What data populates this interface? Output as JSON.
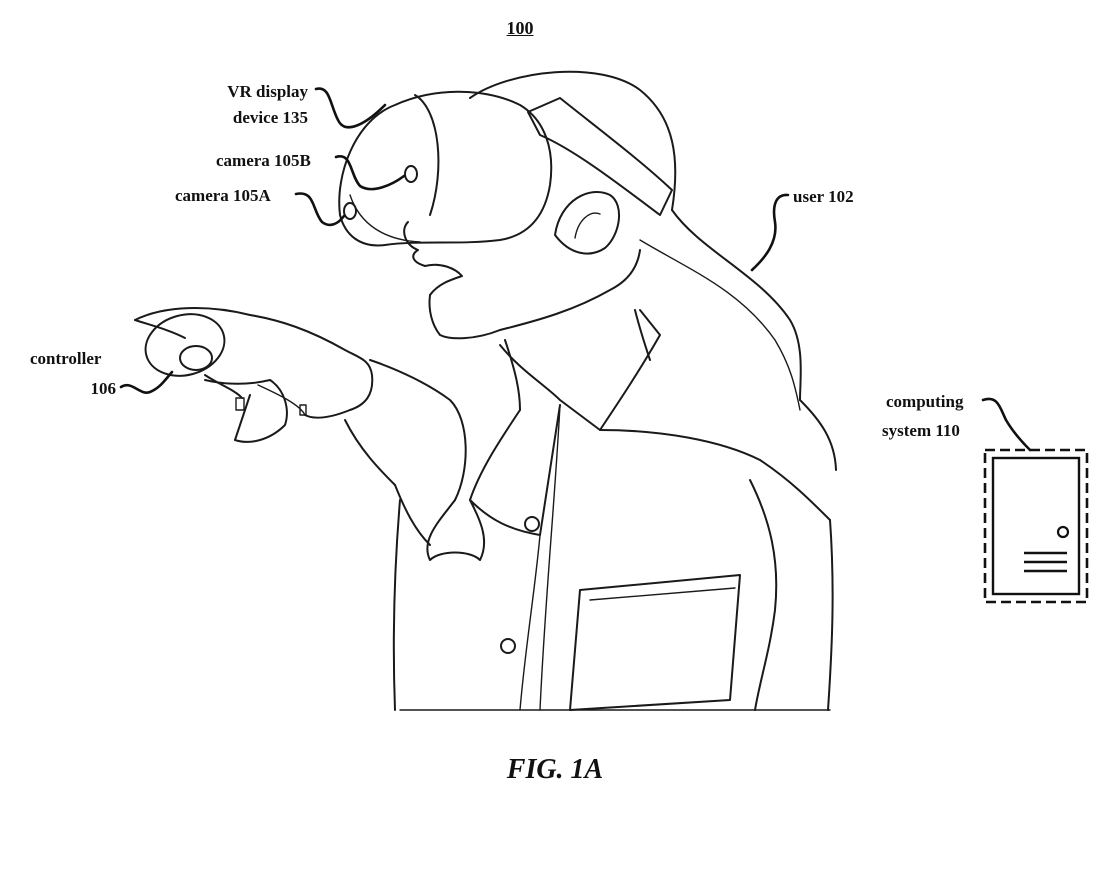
{
  "figure": {
    "number": "100",
    "caption": "FIG. 1A"
  },
  "labels": {
    "vr_display_line1": "VR display",
    "vr_display_line2": "device 135",
    "camera_b": "camera 105B",
    "camera_a": "camera 105A",
    "user": "user 102",
    "controller_line1": "controller",
    "controller_line2": "106",
    "computing_line1": "computing",
    "computing_line2": "system 110"
  }
}
